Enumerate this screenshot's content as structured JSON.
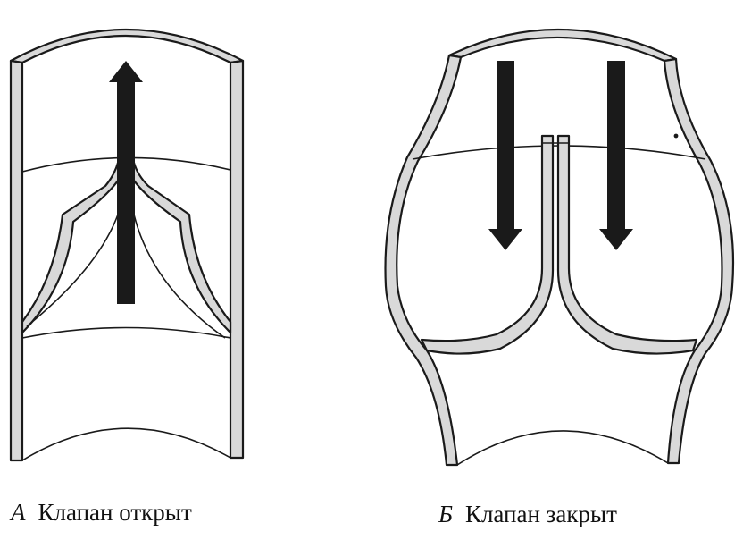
{
  "colors": {
    "wall_fill": "#d9d9d9",
    "line": "#1a1a1a",
    "arrow": "#1a1a1a",
    "background": "#ffffff"
  },
  "panel_a": {
    "letter": "А",
    "caption": "Клапан открыт",
    "arrow_direction": "up"
  },
  "panel_b": {
    "letter": "Б",
    "caption": "Клапан закрыт",
    "arrow_direction": "down",
    "arrow_count": 2
  }
}
